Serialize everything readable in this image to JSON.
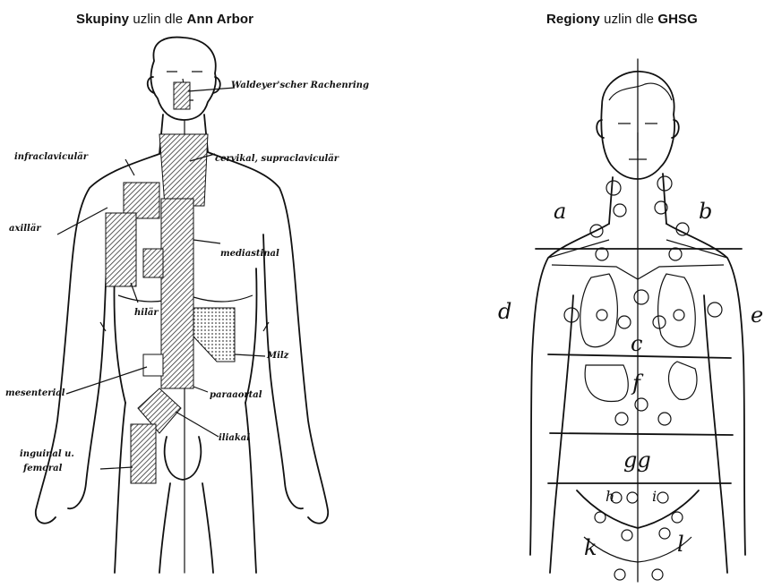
{
  "left_title": {
    "bold1": "Skupiny",
    "plain": " uzlin dle ",
    "bold2": "Ann Arbor"
  },
  "right_title": {
    "bold1": "Regiony",
    "plain": " uzlin dle ",
    "bold2": "GHSG"
  },
  "left_labels": {
    "waldeyer": "Waldeyer'scher Rachenring",
    "infraclav": "infraclaviculär",
    "cervical": "cervikal, supraclaviculär",
    "axillar": "axillär",
    "mediastinal": "mediastinal",
    "hilar": "hilär",
    "milz": "Milz",
    "mesenterial": "mesenterial",
    "paraaortal": "paraaortal",
    "iliakal": "iliakal",
    "inguinal": "inguinal u.",
    "femoral": "femoral"
  },
  "right_labels": {
    "a": "a",
    "b": "b",
    "c": "c",
    "d": "d",
    "e": "e",
    "f": "f",
    "g": "gg",
    "h": "h",
    "i": "i",
    "k": "k",
    "l": "l"
  }
}
